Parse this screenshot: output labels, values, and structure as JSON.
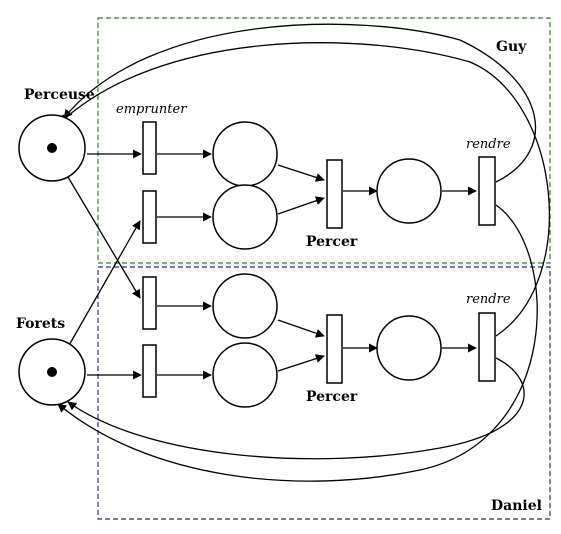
{
  "groups": {
    "guy": {
      "label": "Guy",
      "color": "#2e7d2e"
    },
    "daniel": {
      "label": "Daniel",
      "color": "#2a2a8c"
    }
  },
  "labels": {
    "perceuse": "Perceuse",
    "forets": "Forets",
    "emprunter": "emprunter",
    "rendre_guy": "rendre",
    "rendre_daniel": "rendre",
    "percer_guy": "Percer",
    "percer_daniel": "Percer"
  },
  "tokens": {
    "perceuse": 1,
    "forets": 1
  }
}
